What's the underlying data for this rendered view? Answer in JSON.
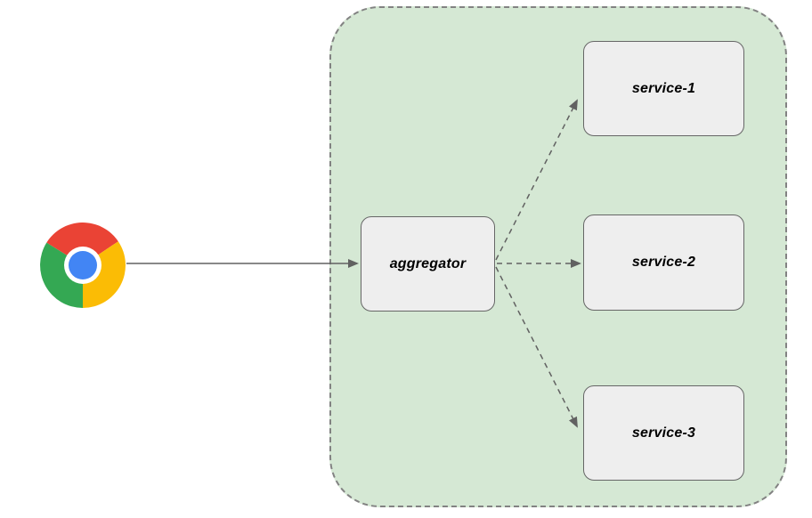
{
  "diagram": {
    "title": "browser to aggregator fan-out diagram",
    "nodes": {
      "browser": {
        "icon": "chrome-browser-icon",
        "label": ""
      },
      "aggregator": {
        "label": "aggregator"
      },
      "service1": {
        "label": "service-1"
      },
      "service2": {
        "label": "service-2"
      },
      "service3": {
        "label": "service-3"
      }
    },
    "groups": [
      {
        "name": "services-boundary",
        "contains": [
          "aggregator",
          "service1",
          "service2",
          "service3"
        ]
      }
    ],
    "edges": [
      {
        "from": "browser",
        "to": "aggregator",
        "style": "solid",
        "arrow": "end"
      },
      {
        "from": "aggregator",
        "to": "service1",
        "style": "dashed",
        "arrow": "end"
      },
      {
        "from": "aggregator",
        "to": "service2",
        "style": "dashed",
        "arrow": "end"
      },
      {
        "from": "aggregator",
        "to": "service3",
        "style": "dashed",
        "arrow": "end"
      }
    ]
  },
  "colors": {
    "canvas_bg": "#ffffff",
    "group_fill": "#d5e8d4",
    "group_border": "#828282",
    "node_fill": "#eeeeee",
    "node_border": "#666666",
    "edge": "#616161",
    "text": "#000000",
    "chrome_red": "#ea4335",
    "chrome_yellow": "#fbbc05",
    "chrome_green": "#34a853",
    "chrome_blue": "#4285f4",
    "chrome_ring": "#ffffff"
  }
}
